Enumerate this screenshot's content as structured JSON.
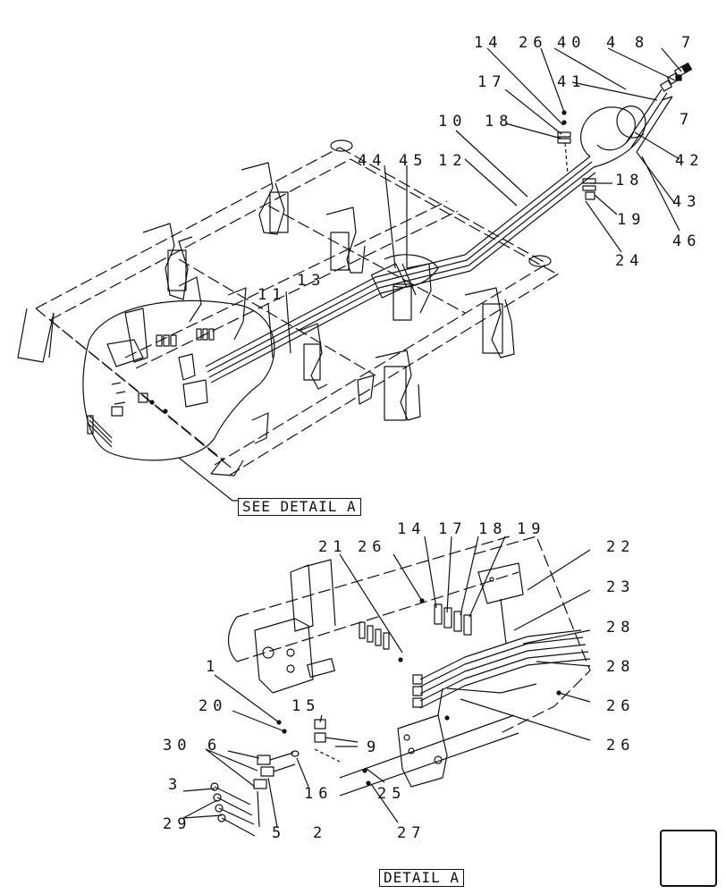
{
  "callouts": {
    "top": {
      "c14": "14",
      "c26": "26",
      "c40": "40",
      "c4": "4",
      "c8": "8",
      "c7a": "7",
      "c17": "17",
      "c41": "41",
      "c7b": "7",
      "c10": "10",
      "c18a": "18",
      "c42": "42",
      "c44": "44",
      "c45": "45",
      "c12": "12",
      "c18b": "18",
      "c43": "43",
      "c19": "19",
      "c46": "46",
      "c24": "24",
      "c11": "11",
      "c13": "13"
    },
    "detail": {
      "c14": "14",
      "c17": "17",
      "c18": "18",
      "c19": "19",
      "c21": "21",
      "c26a": "26",
      "c22": "22",
      "c23": "23",
      "c28a": "28",
      "c28b": "28",
      "c1": "1",
      "c26b": "26",
      "c20": "20",
      "c15": "15",
      "c26c": "26",
      "c9": "9",
      "c30": "30",
      "c6": "6",
      "c16": "16",
      "c3": "3",
      "c25": "25",
      "c29": "29",
      "c5": "5",
      "c2": "2",
      "c27": "27"
    }
  },
  "labels": {
    "see_detail": "SEE DETAIL A",
    "detail": "DETAIL A"
  },
  "icons": {
    "nav": "next-page-arrow-icon"
  }
}
